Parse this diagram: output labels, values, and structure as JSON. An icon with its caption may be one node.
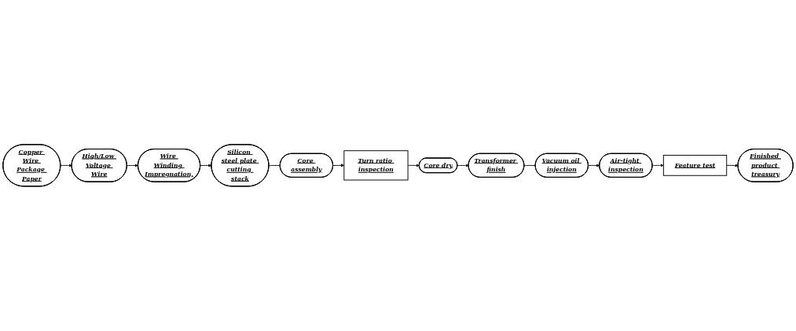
{
  "diagram": {
    "nodes": [
      {
        "text": [
          "Copper Wire Package Paper"
        ]
      },
      {
        "text": [
          "High/Low Voltage Wire"
        ]
      },
      {
        "text": [
          "Wire Winding Impregnation,"
        ]
      },
      {
        "text": [
          "Silicon steel plate cutting stack"
        ]
      },
      {
        "text": [
          "Core assembly"
        ]
      },
      {
        "text": [
          "Turn ratio inspection"
        ]
      },
      {
        "text": [
          "Core dry"
        ]
      },
      {
        "text": [
          "Transformer finish"
        ]
      },
      {
        "text": [
          "Vacuum oil injection"
        ]
      },
      {
        "text": [
          "Air-tight inspection"
        ]
      },
      {
        "text": [
          "Feature test"
        ]
      },
      {
        "text": [
          "Finished product treasury"
        ]
      }
    ],
    "edges": [
      {
        "from": 0,
        "to": 1,
        "arrow": "to"
      },
      {
        "from": 1,
        "to": 2,
        "arrow": "to"
      },
      {
        "from": 2,
        "to": 3,
        "arrow": "to"
      },
      {
        "from": 3,
        "to": 4,
        "arrow": "none"
      },
      {
        "from": 4,
        "to": 5,
        "arrow": "to"
      },
      {
        "from": 5,
        "to": 6,
        "arrow": "to"
      },
      {
        "from": 6,
        "to": 7,
        "arrow": "to"
      },
      {
        "from": 7,
        "to": 8,
        "arrow": "none"
      },
      {
        "from": 8,
        "to": 9,
        "arrow": "to"
      },
      {
        "from": 9,
        "to": 10,
        "arrow": "to"
      },
      {
        "from": 10,
        "to": 11,
        "arrow": "to"
      }
    ]
  }
}
